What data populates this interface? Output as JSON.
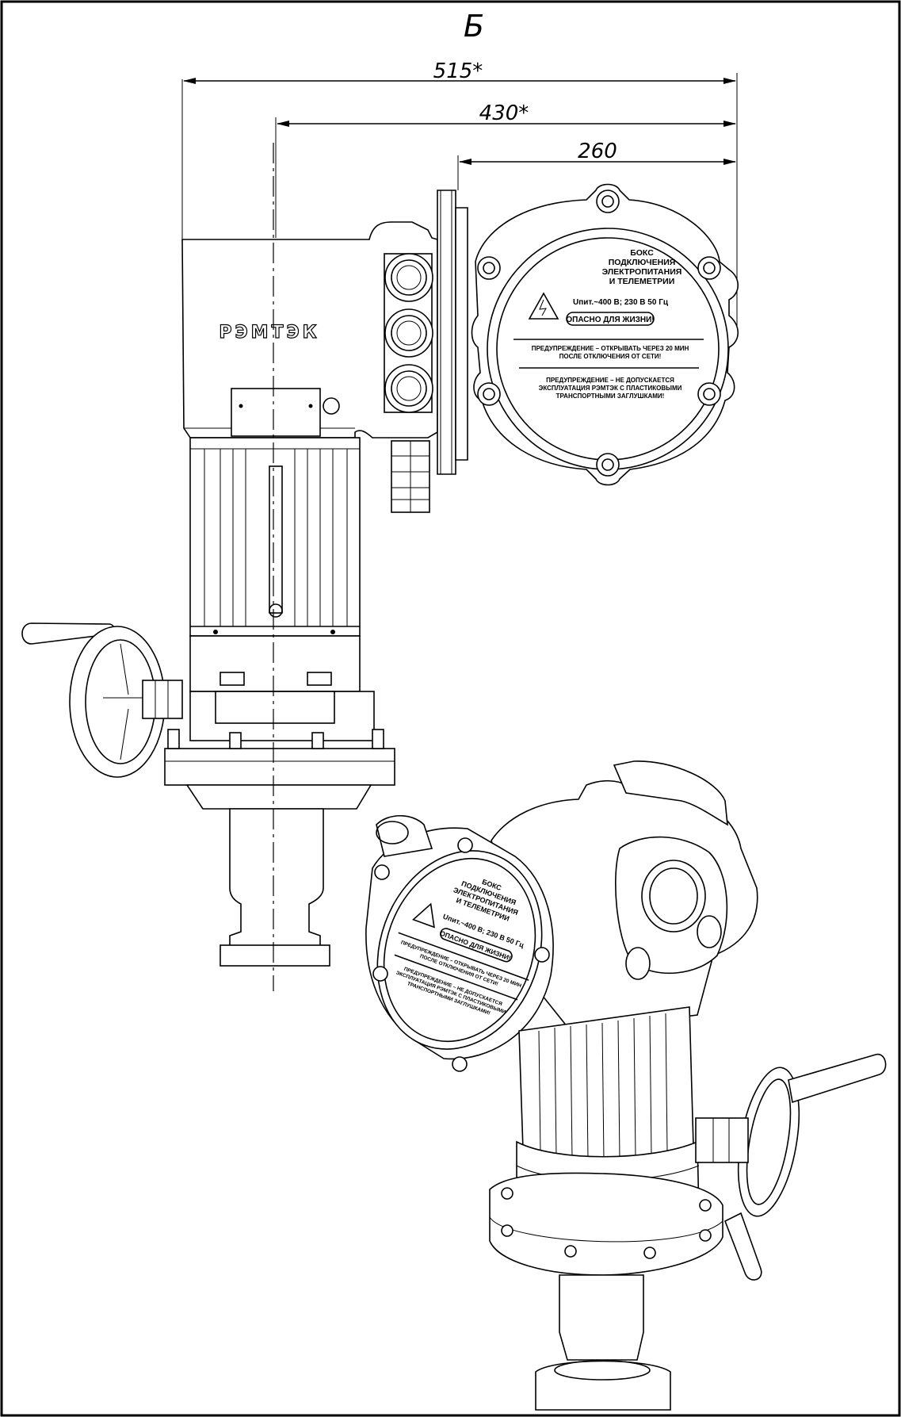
{
  "view_label": "Б",
  "dimensions": {
    "overall": "515*",
    "to_axis": "430*",
    "box": "260"
  },
  "brand": "РЭМТЭК",
  "front_plate": {
    "title_lines": [
      "БОКС",
      "ПОДКЛЮЧЕНИЯ",
      "ЭЛЕКТРОПИТАНИЯ",
      "И ТЕЛЕМЕТРИИ"
    ],
    "voltage": "Uпит.~400 В; 230 В 50 Гц",
    "danger": "ОПАСНО ДЛЯ ЖИЗНИ!",
    "warning1_lines": [
      "ПРЕДУПРЕЖДЕНИЕ – ОТКРЫВАТЬ ЧЕРЕЗ 20 МИН",
      "ПОСЛЕ ОТКЛЮЧЕНИЯ ОТ СЕТИ!"
    ],
    "warning2_lines": [
      "ПРЕДУПРЕЖДЕНИЕ – НЕ ДОПУСКАЕТСЯ",
      "ЭКСПЛУАТАЦИЯ РЭМТЭК С ПЛАСТИКОВЫМИ",
      "ТРАНСПОРТНЫМИ ЗАГЛУШКАМИ!"
    ]
  },
  "iso_plate": {
    "title_lines": [
      "БОКС",
      "ПОДКЛЮЧЕНИЯ",
      "ЭЛЕКТРОПИТАНИЯ",
      "И ТЕЛЕМЕТРИИ"
    ],
    "voltage": "Uпит.~400 В; 230 В 50 Гц",
    "danger": "ОПАСНО ДЛЯ ЖИЗНИ!",
    "warning1_lines": [
      "ПРЕДУПРЕЖДЕНИЕ – ОТКРЫВАТЬ ЧЕРЕЗ 20 МИН",
      "ПОСЛЕ ОТКЛЮЧЕНИЯ ОТ СЕТИ!"
    ],
    "warning2_lines": [
      "ПРЕДУПРЕЖДЕНИЕ – НЕ ДОПУСКАЕТСЯ",
      "ЭКСПЛУАТАЦИЯ РЭМТЭК С ПЛАСТИКОВЫМИ",
      "ТРАНСПОРТНЫМИ ЗАГЛУШКАМИ!"
    ]
  }
}
